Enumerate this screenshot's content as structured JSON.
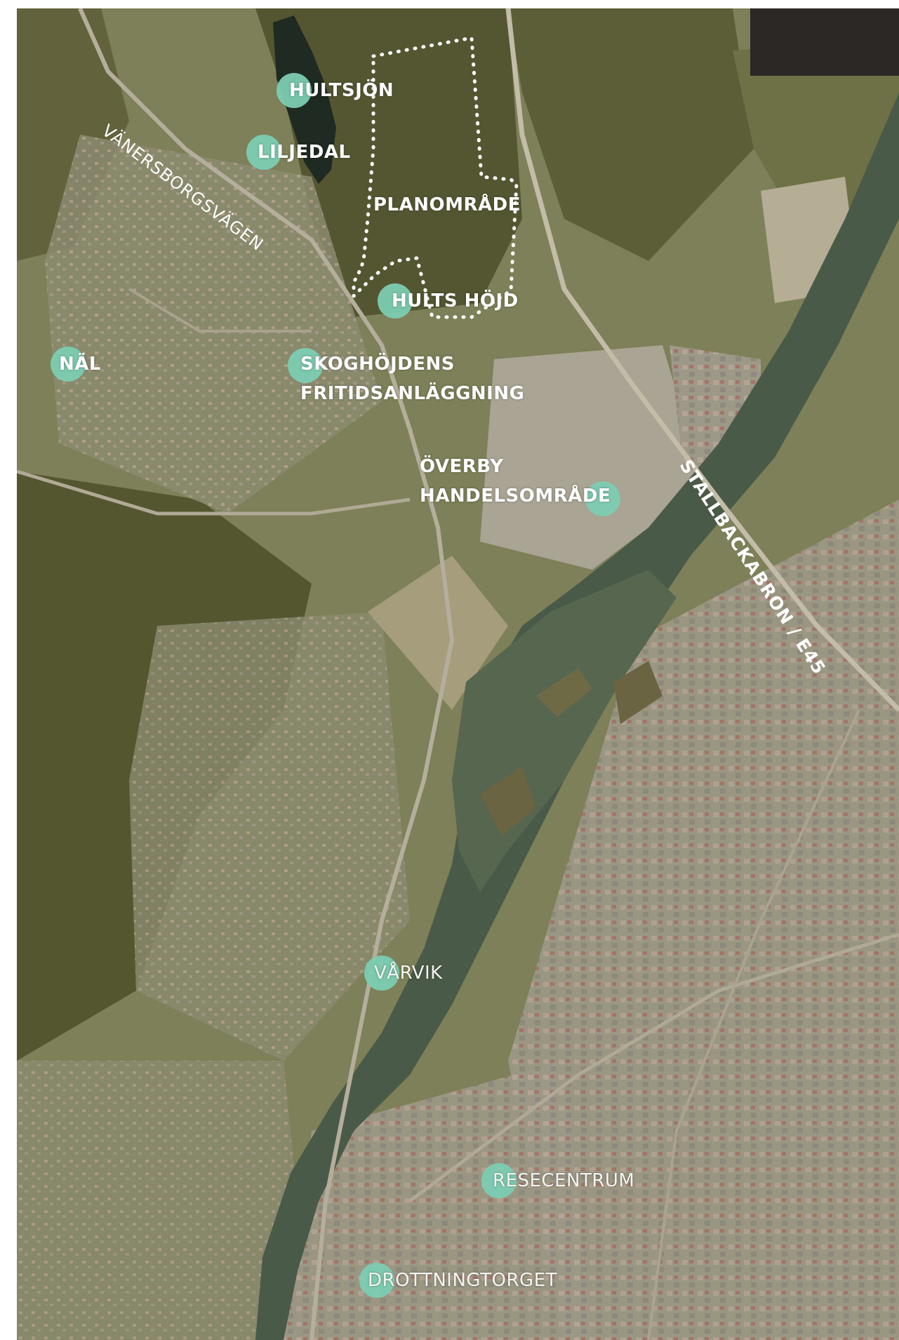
{
  "map": {
    "places": {
      "hultsjon": "HULTSJÖN",
      "liljedal": "LILJEDAL",
      "planomrade": "PLANOMRÅDE",
      "hults_hojd": "HULTS HÖJD",
      "nal": "NÄL",
      "skoghojdens_1": "SKOGHÖJDENS",
      "skoghojdens_2": "FRITIDSANLÄGGNING",
      "overby_1": "ÖVERBY",
      "overby_2": "HANDELSOMRÅDE",
      "varvik": "VÅRVIK",
      "resecentrum": "RESECENTRUM",
      "drottningtorget": "DROTTNINGTORGET"
    },
    "roads": {
      "vanersborgsvagen": "VÄNERSBORGSVÄGEN",
      "stallbackabron": "STALLBACKABRON / E45"
    },
    "colors": {
      "marker": "#7cccb2",
      "label": "#ffffff",
      "river": "#4a5a4a",
      "forest": "#5d5f3a"
    }
  }
}
